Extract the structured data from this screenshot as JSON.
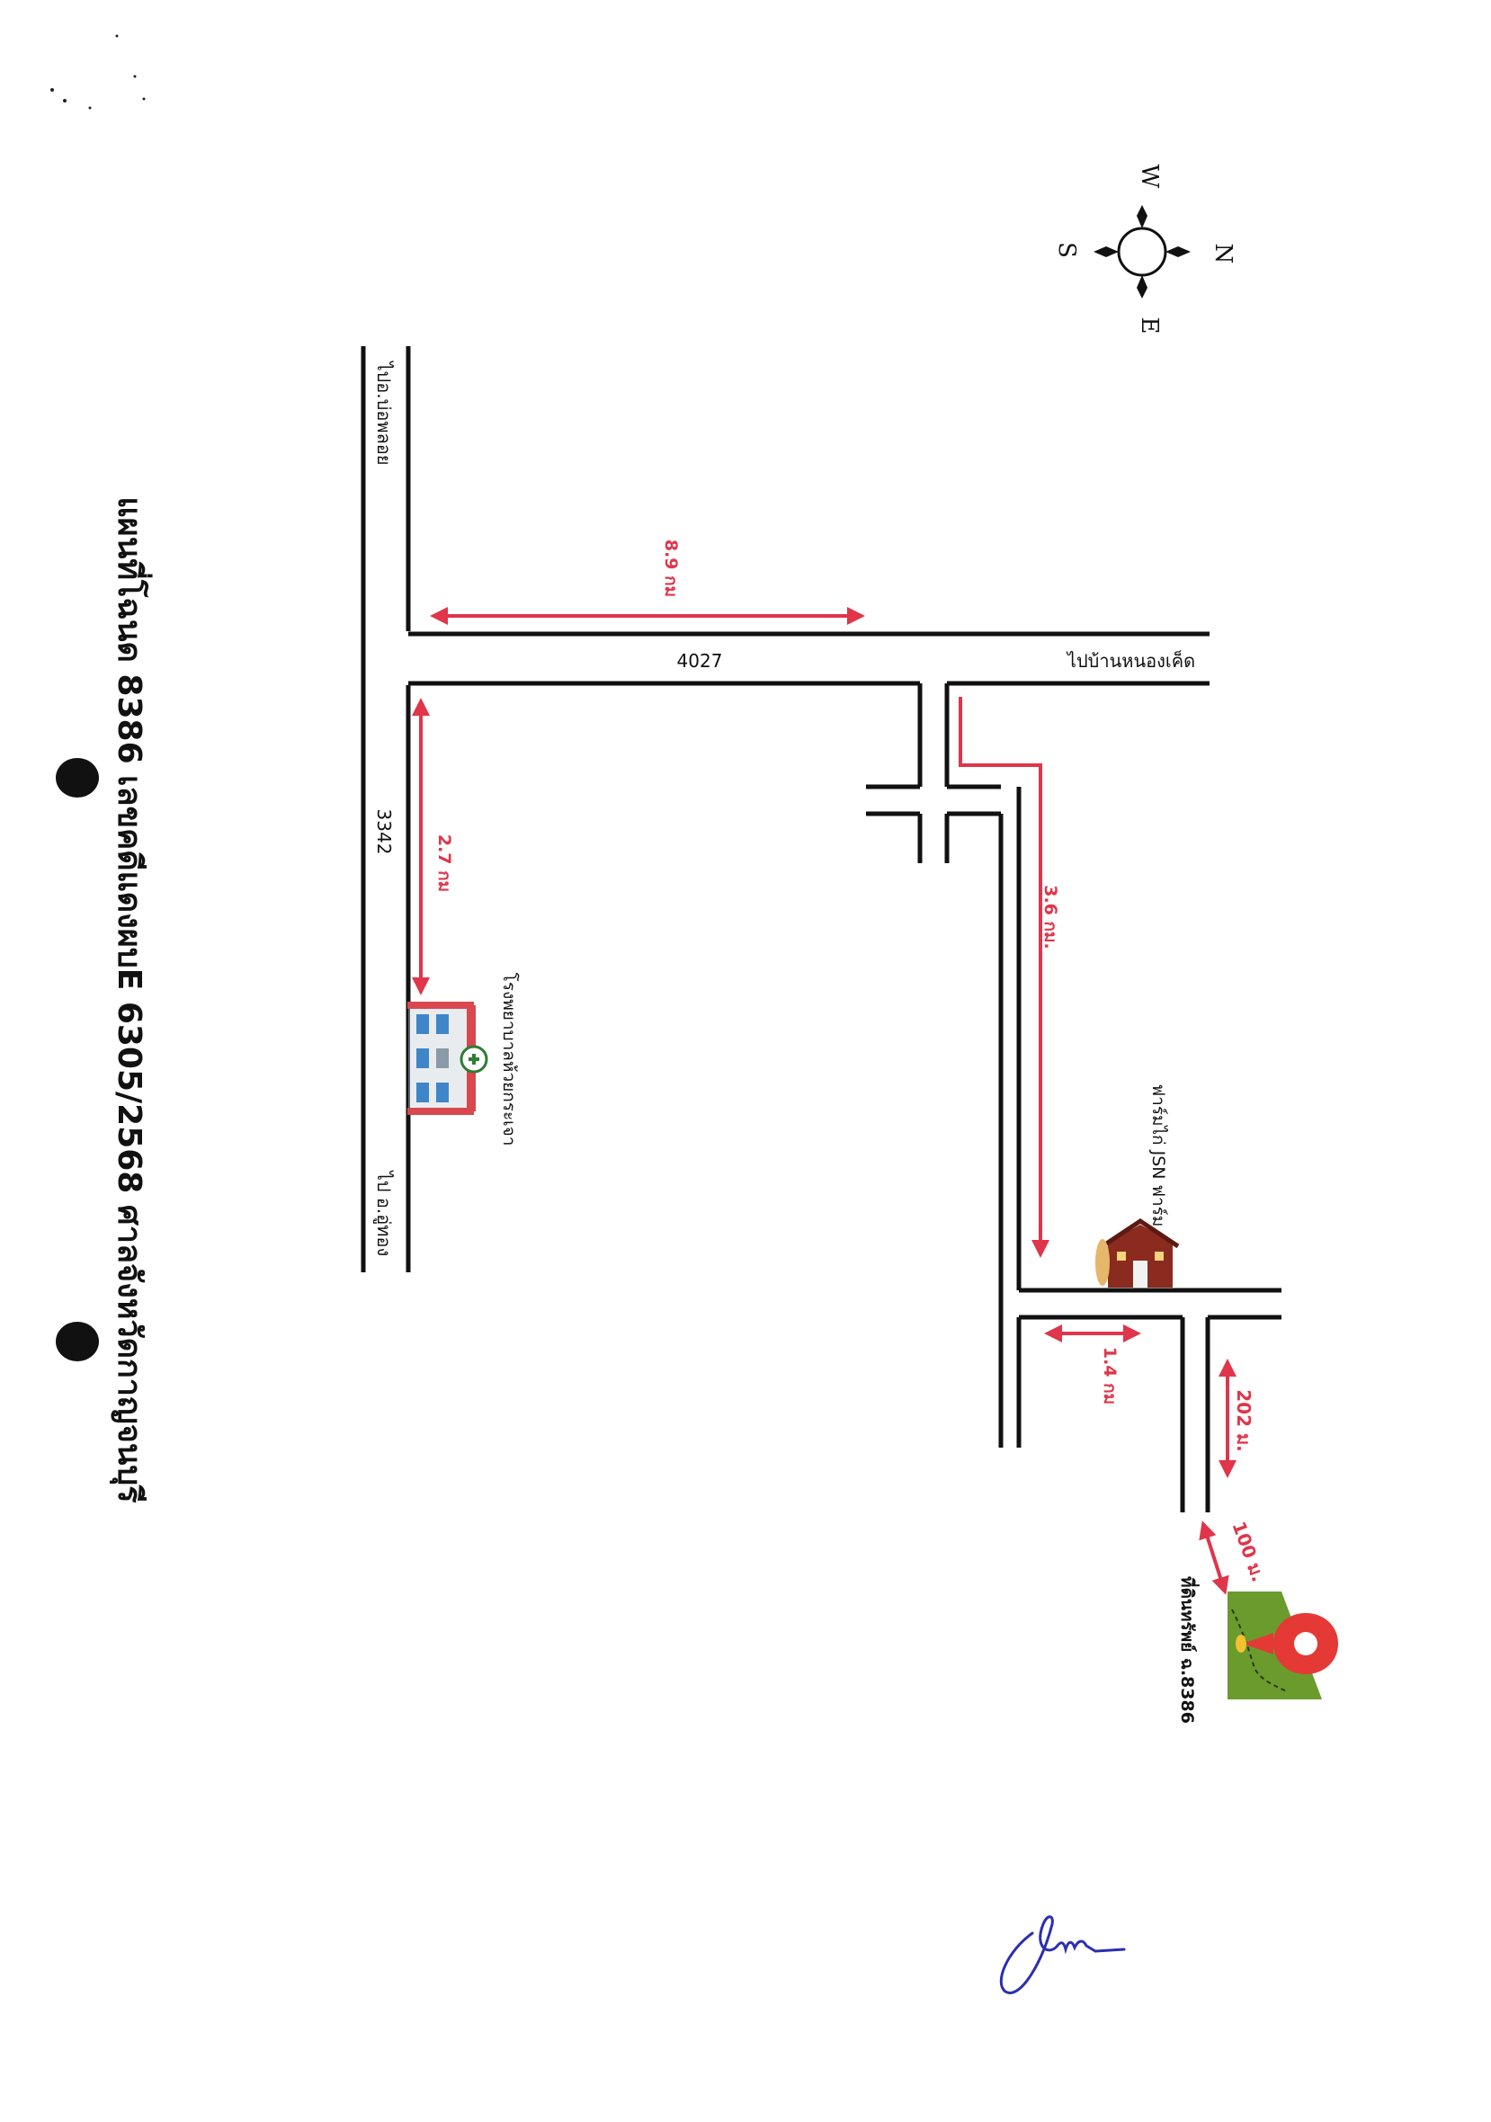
{
  "title": "แผนที่โฉนด 8386 เลขคดีแดงผบE 6305/2568 ศาลจังหวัดกาญจนบุรี",
  "compass": {
    "north": "N",
    "south": "S",
    "east": "E",
    "west": "W"
  },
  "roads": {
    "route_4027": "4027",
    "route_3342": "3342",
    "to_ban_nong_ked": "ไปบ้านหนองเค็ด",
    "to_bo_phloi": "ไปอ.บ่อพลอย",
    "to_u_thong": "ไป อ.อู่ทอง"
  },
  "distances": {
    "d_8_9": "8.9 กม",
    "d_2_7": "2.7 กม",
    "d_3_6": "3.6 กม.",
    "d_1_4": "1.4 กม",
    "d_202": "202 ม.",
    "d_100": "100 ม."
  },
  "landmarks": {
    "hospital": "โรงพยาบาลห้วยกระเจา",
    "farm": "ฟาร์มไก่ JSN ฟาร์ม",
    "property": "ที่ดินทรัพย์ ฉ.8386"
  },
  "colors": {
    "road": "#111111",
    "distance": "#e0354a",
    "property_fill": "#6a9b2c",
    "pin": "#e53935"
  },
  "icons": {
    "compass": "compass-rose-icon",
    "hospital": "hospital-building-icon",
    "farm": "farm-house-icon",
    "property_pin": "location-pin-icon"
  }
}
